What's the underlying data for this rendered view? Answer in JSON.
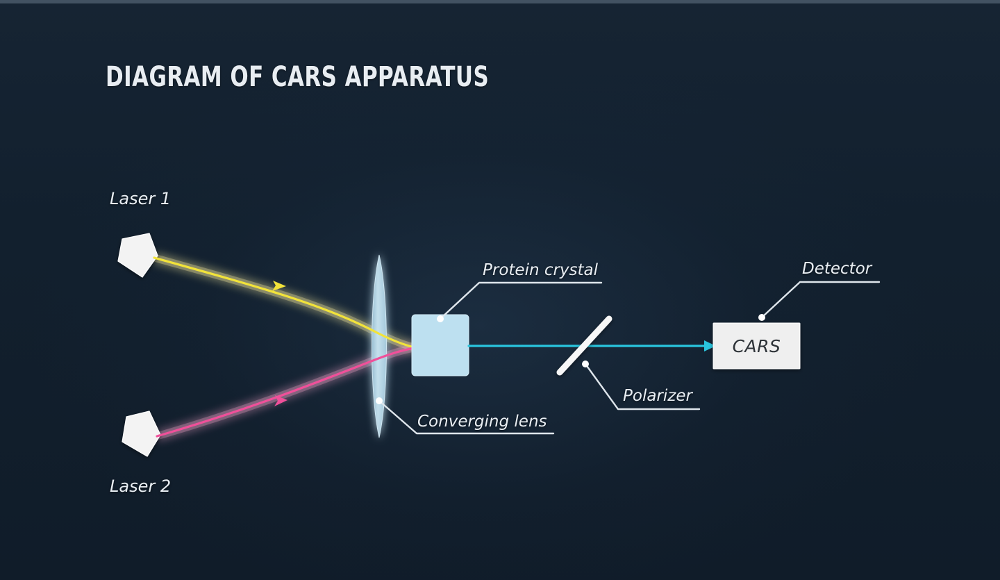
{
  "slide": {
    "title": "DIAGRAM OF CARS APPARATUS",
    "background_color": "#13202f",
    "title_color": "#e8edf2"
  },
  "labels": {
    "laser1": "Laser 1",
    "laser2": "Laser 2",
    "protein_crystal": "Protein crystal",
    "converging_lens": "Converging lens",
    "polarizer": "Polarizer",
    "detector": "Detector",
    "detector_box_text": "CARS"
  },
  "colors": {
    "background": "#13202f",
    "beam_laser1": "#f2e33a",
    "beam_laser2": "#f0509a",
    "beam_output": "#29c5de",
    "crystal_fill": "#bde0f0",
    "lens_fill": "#bcd9e8",
    "detector_fill": "#efefef",
    "label_text": "#e9eef3",
    "leader_line": "#dfe6ec",
    "source_fill": "#f2f2f2"
  },
  "components": [
    {
      "name": "laser-1-source",
      "type": "source",
      "beam_color": "#f2e33a",
      "label": "Laser 1"
    },
    {
      "name": "laser-2-source",
      "type": "source",
      "beam_color": "#f0509a",
      "label": "Laser 2"
    },
    {
      "name": "converging-lens",
      "type": "lens",
      "label": "Converging lens"
    },
    {
      "name": "protein-crystal",
      "type": "sample",
      "label": "Protein crystal"
    },
    {
      "name": "polarizer",
      "type": "polarizer",
      "label": "Polarizer"
    },
    {
      "name": "detector",
      "type": "detector",
      "label": "Detector",
      "box_text": "CARS"
    }
  ],
  "beams": [
    {
      "name": "laser-1-beam",
      "color": "#f2e33a",
      "from": "laser-1-source",
      "to": "protein-crystal"
    },
    {
      "name": "laser-2-beam",
      "color": "#f0509a",
      "from": "laser-2-source",
      "to": "protein-crystal"
    },
    {
      "name": "cars-signal-beam",
      "color": "#29c5de",
      "from": "protein-crystal",
      "to": "detector"
    }
  ]
}
